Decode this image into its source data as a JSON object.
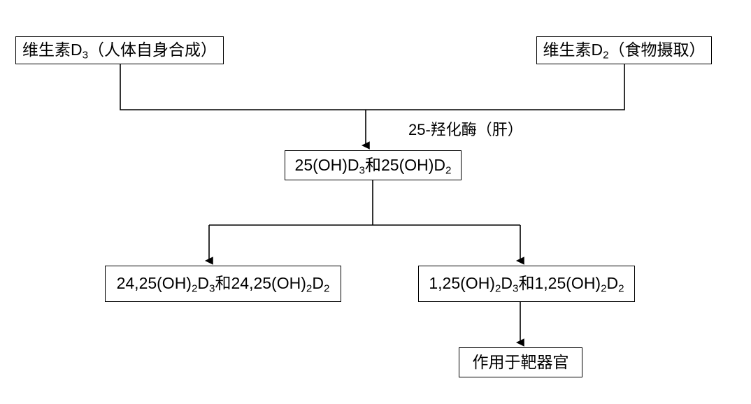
{
  "diagram": {
    "title": "Vitamin D metabolism pathway",
    "background_color": "#ffffff",
    "line_color": "#000000",
    "nodes": {
      "vitamin_d3": {
        "text": "维生素D3（人体自身合成）",
        "parts": [
          {
            "t": "维生素D"
          },
          {
            "t": "3",
            "sub": true
          },
          {
            "t": "（人体自身合成）"
          }
        ]
      },
      "vitamin_d2": {
        "text": "维生素D2（食物摄取）",
        "parts": [
          {
            "t": "维生素D"
          },
          {
            "t": "2",
            "sub": true
          },
          {
            "t": "（食物摄取）"
          }
        ]
      },
      "hydroxy_25": {
        "text": "25(OH)D3和25(OH)D2",
        "parts": [
          {
            "t": "25(OH)D"
          },
          {
            "t": "3",
            "sub": true
          },
          {
            "t": "和25(OH)D"
          },
          {
            "t": "2",
            "sub": true
          }
        ]
      },
      "hydroxy_2425": {
        "text": "24,25(OH)2D3和24,25(OH)2D2",
        "parts": [
          {
            "t": "24,25(OH)"
          },
          {
            "t": "2",
            "sub": true
          },
          {
            "t": "D"
          },
          {
            "t": "3",
            "sub": true
          },
          {
            "t": "和24,25(OH)"
          },
          {
            "t": "2",
            "sub": true
          },
          {
            "t": "D"
          },
          {
            "t": "2",
            "sub": true
          }
        ]
      },
      "hydroxy_125": {
        "text": "1,25(OH)2D3和1,25(OH)2D2",
        "parts": [
          {
            "t": "1,25(OH)"
          },
          {
            "t": "2",
            "sub": true
          },
          {
            "t": "D"
          },
          {
            "t": "3",
            "sub": true
          },
          {
            "t": "和1,25(OH)"
          },
          {
            "t": "2",
            "sub": true
          },
          {
            "t": "D"
          },
          {
            "t": "2",
            "sub": true
          }
        ]
      },
      "target_organ": {
        "text": "作用于靶器官",
        "parts": [
          {
            "t": "作用于靶器官"
          }
        ]
      }
    },
    "edge_labels": {
      "enzyme_25": "25-羟化酶（肝）"
    }
  }
}
